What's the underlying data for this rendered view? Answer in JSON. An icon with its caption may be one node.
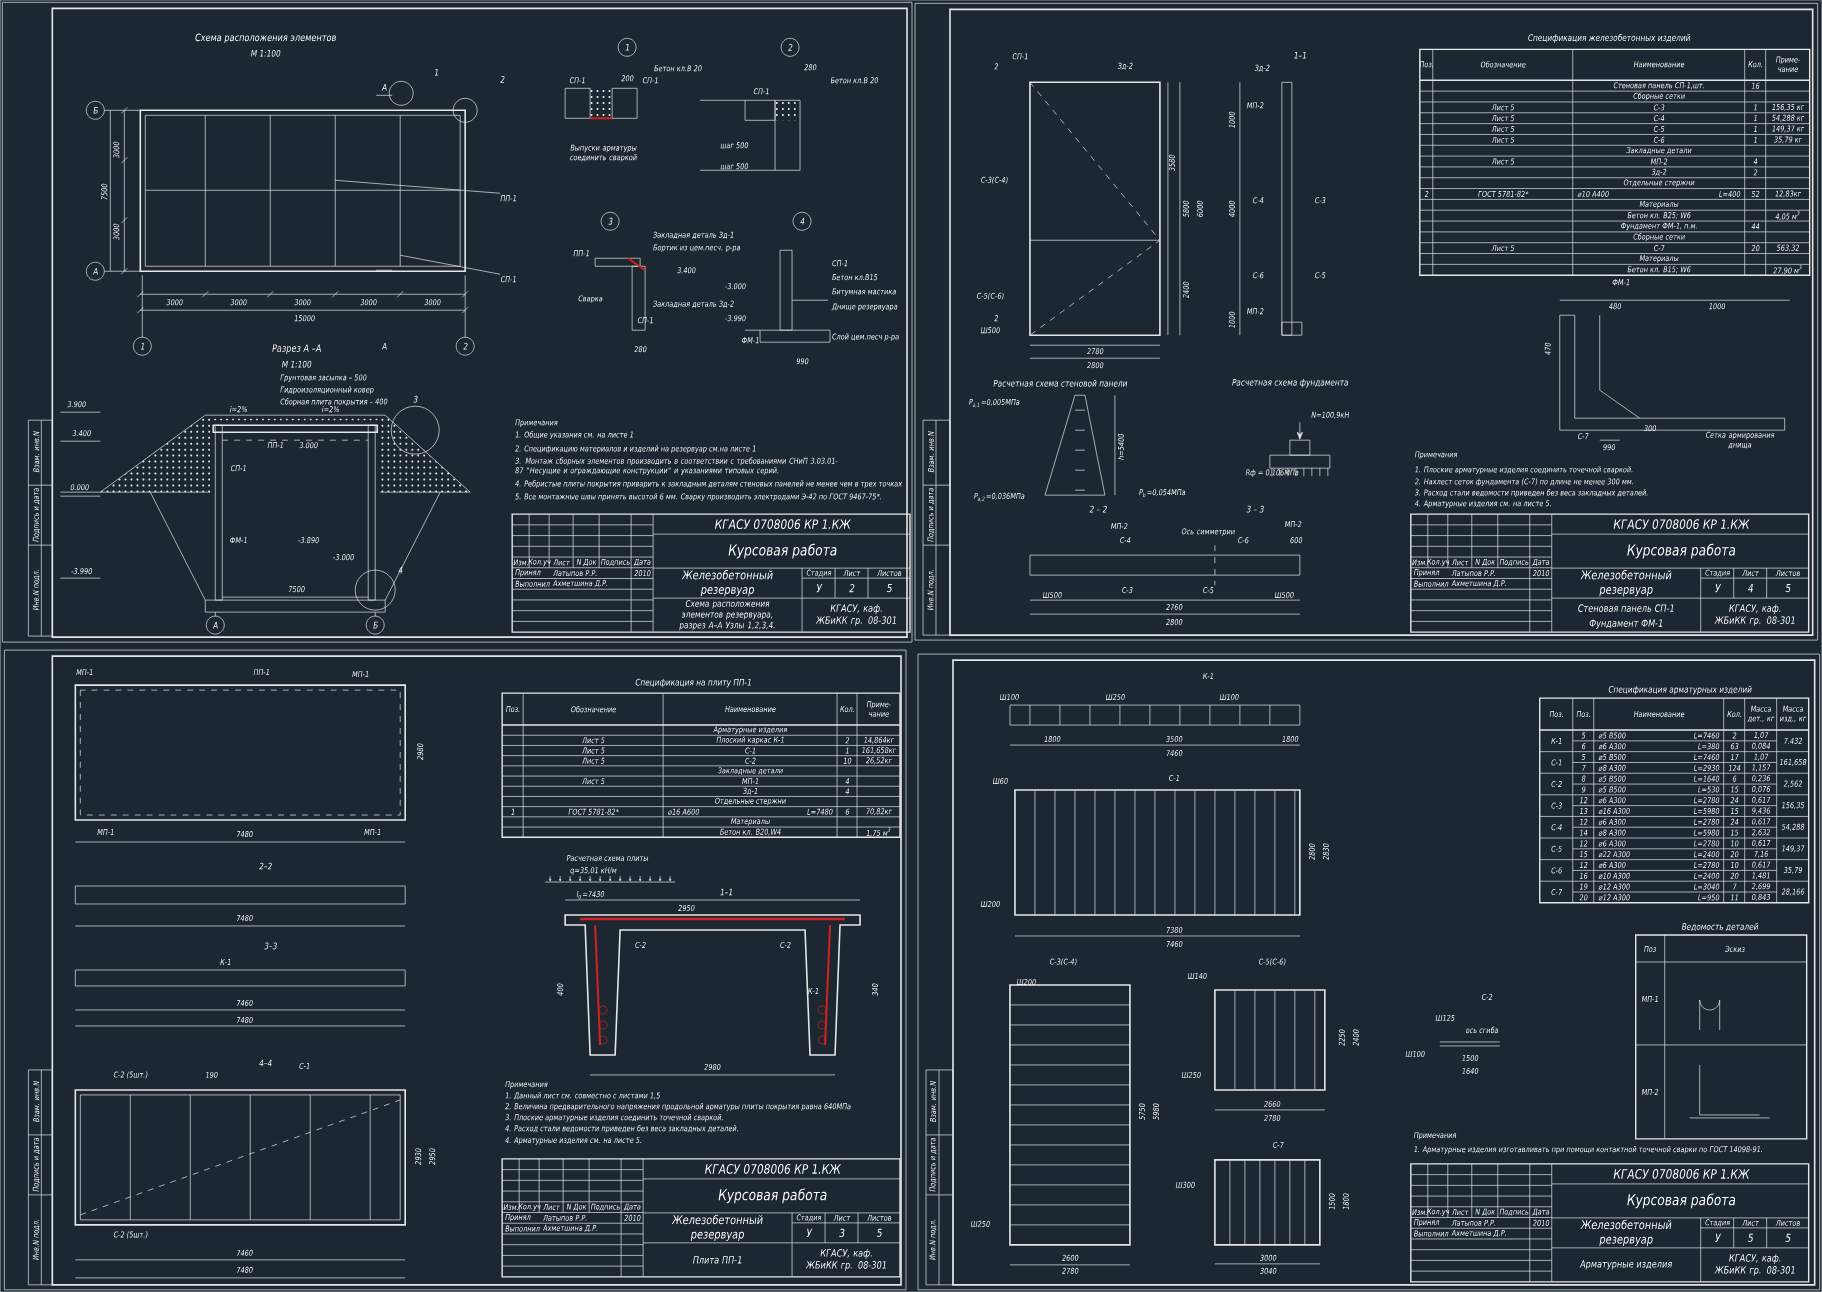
{
  "diagram": {
    "labels": [
      "Схема расположения элементов",
      "М 1:100",
      "1",
      "2",
      "А",
      "Б",
      "3000",
      "7500",
      "3000",
      "ПП-1",
      "А",
      "СП-1",
      "3000",
      "3000",
      "3000",
      "3000",
      "3000",
      "15000",
      "1",
      "Разрез А –А",
      "А",
      "2",
      "М 1:100",
      "Грунтовая засыпка – 500",
      "Гидроизоляционный ковер",
      "3.900",
      "Сборная плита покрытия – 400",
      "i=2%",
      "i=2%",
      "3",
      "3.400",
      "ПП-1",
      "3.000",
      "СП-1",
      "0.000",
      "ФМ-1",
      "-3.890",
      "-3.000",
      "-3.990",
      "4",
      "7500",
      "А",
      "Б",
      "1",
      "2",
      "200",
      "Бетон кл.В 20",
      "СП-1",
      "СП-1",
      "Выпуски арматуры соединить сваркой",
      "280",
      "Бетон кл.В 20",
      "СП-1",
      "шаг 500",
      "шаг 500",
      "3",
      "4",
      "Закладная деталь Зд-1",
      "Бортик из цем.песч. р-ра",
      "ПП-1",
      "3.400",
      "Сварка",
      "Закладная деталь Зд-2",
      "СП-1",
      "280",
      "СП-1",
      "Бетон кл.В15",
      "Битумная мастика",
      "Днище резервуара",
      "-3.000",
      "-3.990",
      "Слой цем.песч р-ра",
      "ФМ-1",
      "990",
      "Примечания",
      "1. Общие указания см. на листе 1",
      "2. Спецификацию материалов и изделий на резервуар см.на листе 1",
      "3. Монтаж сборных элементов производить в соответствии с требованиями СНиП 3.03.01-87 \"Несущие и ограждающие конструкции\" и указаниями типовых серий.",
      "4. Ребристые плиты покрытия приварить к закладным деталям стеновых панелей не менее чем в трех точках",
      "5. Все монтажные швы принять высотой 6 мм. Сварку производить электродами Э-42 по ГОСТ 9467-75*.",
      "Изм.",
      "Кол.уч",
      "Лист",
      "N Док",
      "Подпись",
      "Дата",
      "Принял",
      "Латыпов Р.Р.",
      "2010",
      "Выполнил",
      "Ахметшина Д.Р.",
      "КГАСУ 0708006 КР 1.КЖ",
      "Курсовая работа",
      "Железобетонный резервуар",
      "Стадия",
      "Лист",
      "Листов",
      "У",
      "2",
      "5",
      "Схема расположения элементов резервуара, разрез А–А Узлы 1,2,3,4.",
      "КГАСУ, каф. ЖБиКК гр. 08-301",
      "Взам. инв.N",
      "Подпись и дата",
      "Инв.N подл.",
      "2",
      "СП-1",
      "Зд-2",
      "1–1",
      "Зд-2",
      "МП-2",
      "1000",
      "3580",
      "С-3(С-4)",
      "С-4",
      "С-3",
      "5800",
      "6000",
      "4000",
      "С-6",
      "С-5",
      "2400",
      "С-5(С-6)",
      "МП-2",
      "1000",
      "2",
      "Ш500",
      "2780",
      "2800",
      "Расчетная схема стеновой панели",
      "Расчетная схема фундамента",
      "P$_{a,1}$=0,005МПа",
      "N=100,9кН",
      "h=5400",
      "Rф = 0,106МПа",
      "P$_{a,2}$=0,036МПа",
      "P$_{b}$=0,054МПа",
      "2 – 2",
      "3 – 3",
      "МП-2",
      "МП-2",
      "С-4",
      "Ось симметрии",
      "С-6",
      "600",
      "С-3",
      "С-5",
      "Ш500",
      "Ш500",
      "2760",
      "2800",
      "Спецификация железобетонных изделий",
      "Поз.",
      "Обозначение",
      "Наименование",
      "Кол.",
      "Приме- чание",
      "Стеновая панель СП-1,шт.",
      "16",
      "Сборные сетки",
      "Лист 5",
      "С-3",
      "1",
      "156,35 кг",
      "Лист 5",
      "С-4",
      "1",
      "54,288 кг",
      "Лист 5",
      "С-5",
      "1",
      "149,37 кг",
      "Лист 5",
      "С-6",
      "1",
      "35,79 кг",
      "Закладные детали",
      "Лист 5",
      "МП-2",
      "4",
      "Зд-2",
      "2",
      "Отдельные стержни",
      "2",
      "ГОСТ 5781-82*",
      "⌀10 А400",
      "L=400",
      "52",
      "12,83кг",
      "Материалы",
      "Бетон кл. В25; W6",
      "4,05 м$^{3}$",
      "Фундамент ФМ-1, п.м.",
      "44",
      "Сборные сетки",
      "Лист 5",
      "С-7",
      "20",
      "563,32",
      "Материалы",
      "Бетон кл. В15; W6",
      "27,90 м$^{3}$",
      "ФМ-1",
      "480",
      "1000",
      "470",
      "С-7",
      "300",
      "990",
      "Сетка армирования днища",
      "Примечания",
      "1. Плоские арматурные изделия соединить точечной сваркой.",
      "2. Нахлест сеток фундамента (С-7) по длине не менее 300 мм.",
      "3. Расход стали ведомости приведен без веса закладных деталей.",
      "4. Арматурные изделия см. на листе 5.",
      "Изм.",
      "Кол.уч",
      "Лист",
      "N Док",
      "Подпись",
      "Дата",
      "Принял",
      "Латыпов Р.Р.",
      "2010",
      "Выполнил",
      "Ахметшина Д.Р.",
      "КГАСУ 0708006 КР 1.КЖ",
      "Курсовая работа",
      "Железобетонный резервуар",
      "Стадия",
      "Лист",
      "Листов",
      "У",
      "4",
      "5",
      "Стеновая панель СП-1",
      "Фундамент ФМ-1",
      "КГАСУ, каф. ЖБиКК гр. 08-301",
      "Взам. инв.N",
      "Подпись и дата",
      "Инв.N подл.",
      "МП-1",
      "ПП-1",
      "МП-1",
      "2980",
      "МП-1",
      "7480",
      "МП-1",
      "2–2",
      "7480",
      "3–3",
      "К-1",
      "7460",
      "7480",
      "4–4",
      "С-2 (5шт.)",
      "190",
      "С-1",
      "2930",
      "2950",
      "С-2 (5шт.)",
      "7460",
      "7480",
      "Спецификация на плиту ПП-1",
      "Поз.",
      "Обозначение",
      "Наименование",
      "Кол.",
      "Приме- чание",
      "Арматурные изделия",
      "Лист 5",
      "Плоский каркас К-1",
      "2",
      "14,864кг",
      "Лист 5",
      "С-1",
      "1",
      "161,658кг",
      "Лист 5",
      "С-2",
      "10",
      "26,52кг",
      "Закладные детали",
      "Лист 5",
      "МП-1",
      "4",
      "Зд-1",
      "4",
      "Отдельные стержни",
      "1",
      "ГОСТ 5781-82*",
      "⌀16 А600",
      "L=7480",
      "6",
      "70,82кг",
      "Материалы",
      "Бетон кл. В20,W4",
      "1,75 м$^{3}$",
      "Расчетная схема плиты",
      "q=35,01 кН/м",
      "l$_{0}$=7430",
      "1–1",
      "2950",
      "С-2",
      "С-2",
      "К-1",
      "400",
      "340",
      "2980",
      "Примечания",
      "1. Данный лист см. совместно с листами 1,5",
      "2. Величина предварительного напряжения продольной арматуры плиты покрытия равна 640МПа",
      "3. Плоские арматурные изделия соединить точечной сваркой.",
      "4. Расход стали ведомости приведен без веса закладных деталей.",
      "4. Арматурные изделия см. на листе 5.",
      "Изм.",
      "Кол.уч",
      "Лист",
      "N Док",
      "Подпись",
      "Дата",
      "Принял",
      "Латыпов Р.Р.",
      "2010",
      "Выполнил",
      "Ахметшина Д.Р.",
      "КГАСУ 0708006 КР 1.КЖ",
      "Курсовая работа",
      "Железобетонный резервуар",
      "Стадия",
      "Лист",
      "Листов",
      "У",
      "3",
      "5",
      "Плита ПП-1",
      "КГАСУ, каф. ЖБиКК гр. 08-301",
      "Взам. инв.N",
      "Подпись и дата",
      "Инв.N подл.",
      "К-1",
      "Ш100",
      "Ш250",
      "Ш100",
      "1800",
      "3500",
      "1800",
      "7460",
      "С-1",
      "Ш60",
      "2800",
      "2830",
      "Ш200",
      "7380",
      "7460",
      "С-3(С-4)",
      "С-5(С-6)",
      "Ш140",
      "Ш200",
      "2250",
      "2400",
      "Ш250",
      "5750",
      "5980",
      "2660",
      "2780",
      "С-7",
      "Ш300",
      "1500",
      "1800",
      "Ш250",
      "3000",
      "3040",
      "2600",
      "2780",
      "С-2",
      "Ш125",
      "ось сгиба",
      "Ш100",
      "1500",
      "1640",
      "Спецификация арматурных изделий",
      "Поз.",
      "Поз.",
      "Наименование",
      "Кол.",
      "Масса дет., кг",
      "Масса изд., кг",
      "К-1",
      "5",
      "⌀5 В500",
      "L=7460",
      "2",
      "1,07",
      "7.432",
      "6",
      "⌀6 А300",
      "L=380",
      "63",
      "0,084",
      "С-1",
      "5",
      "⌀5 В500",
      "L=7460",
      "17",
      "1,07",
      "161,658",
      "7",
      "⌀8 А300",
      "L=2930",
      "124",
      "1,157",
      "С-2",
      "8",
      "⌀5 В500",
      "L=1640",
      "6",
      "0,236",
      "2,562",
      "9",
      "⌀5 В500",
      "L=530",
      "15",
      "0,076",
      "С-3",
      "12",
      "⌀6 А300",
      "L=2780",
      "24",
      "0,617",
      "156,35",
      "13",
      "⌀16 А300",
      "L=5980",
      "15",
      "9,436",
      "С-4",
      "12",
      "⌀6 А300",
      "L=2780",
      "24",
      "0,617",
      "54,288",
      "14",
      "⌀8 А300",
      "L=5980",
      "15",
      "2,632",
      "С-5",
      "12",
      "⌀6 А300",
      "L=2780",
      "10",
      "0,617",
      "149,37",
      "15",
      "⌀22 А300",
      "L=2400",
      "20",
      "7,16",
      "С-6",
      "12",
      "⌀6 А300",
      "L=2780",
      "10",
      "0,617",
      "35,79",
      "16",
      "⌀10 А300",
      "L=2400",
      "20",
      "1,481",
      "С-7",
      "19",
      "⌀12 А300",
      "L=3040",
      "7",
      "2,699",
      "28,166",
      "20",
      "⌀12 А300",
      "L=950",
      "11",
      "0,843",
      "Ведомость деталей",
      "Поз",
      "Эскиз",
      "МП-1",
      "МП-2",
      "Примечания",
      "1. Арматурные изделия изготавливать при помощи контактной точечной сварки по ГОСТ 14098-91.",
      "Изм.",
      "Кол.уч",
      "Лист",
      "N Док",
      "Подпись",
      "Дата",
      "Принял",
      "Латыпов Р.Р.",
      "2010",
      "Выполнил",
      "Ахметшина Д.Р.",
      "КГАСУ 0708006 КР 1.КЖ",
      "Курсовая работа",
      "Железобетонный резервуар",
      "Стадия",
      "Лист",
      "Листов",
      "У",
      "5",
      "5",
      "Арматурные изделия",
      "КГАСУ, каф. ЖБиКК гр. 08-301",
      "Взам. инв.N",
      "Подпись и дата",
      "Инв.N подл."
    ]
  }
}
